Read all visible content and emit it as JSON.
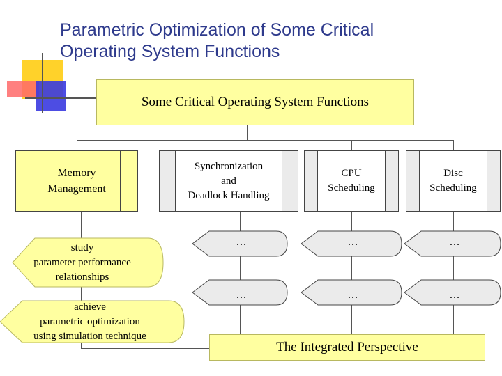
{
  "title": {
    "line1": "Parametric Optimization of Some Critical",
    "line2": "Operating System Functions"
  },
  "top_box": "Some Critical Operating System Functions",
  "functions": {
    "memory": {
      "line1": "Memory",
      "line2": "Management"
    },
    "sync": {
      "line1": "Synchronization",
      "line2": "and",
      "line3": "Deadlock Handling"
    },
    "cpu": {
      "line1": "CPU",
      "line2": "Scheduling"
    },
    "disc": {
      "line1": "Disc",
      "line2": "Scheduling"
    }
  },
  "steps": {
    "study": {
      "line1": "study",
      "line2": "parameter performance",
      "line3": "relationships"
    },
    "achieve": {
      "line1": "achieve",
      "line2": "parametric optimization",
      "line3": "using simulation technique"
    }
  },
  "placeholder": "…",
  "bottom_box": "The Integrated Perspective",
  "colors": {
    "title": "#2e3a8c",
    "box_fill": "#ffffa0",
    "grey_fill": "#ebebeb",
    "deco_yellow": "#ffd22a",
    "deco_red": "#ff6a6a",
    "deco_blue": "#3a3ae0"
  }
}
